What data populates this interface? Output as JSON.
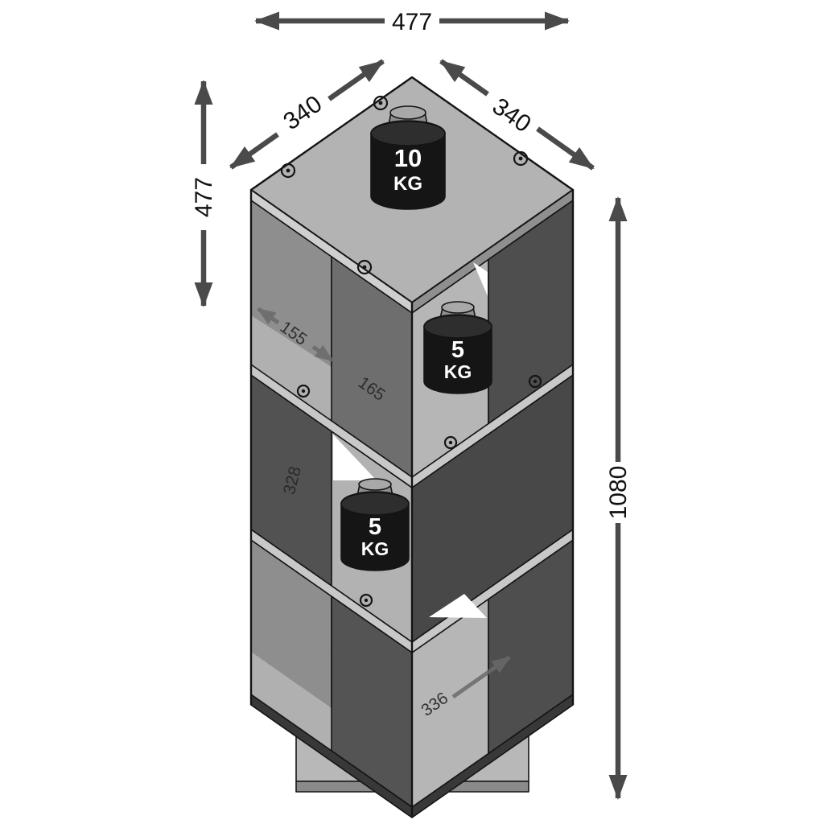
{
  "dimensions": {
    "overall_width": "477",
    "top_depth_left": "340",
    "top_depth_right": "340",
    "upper_section_height": "477",
    "total_height": "1080",
    "inner_clearance": "155",
    "inner_width": "165",
    "inner_height": "328",
    "inner_depth": "336"
  },
  "weights": {
    "top": {
      "value": "10",
      "unit": "KG"
    },
    "middle": {
      "value": "5",
      "unit": "KG"
    },
    "bottom": {
      "value": "5",
      "unit": "KG"
    }
  },
  "colors": {
    "background": "#ffffff",
    "outline": "#141414",
    "dimension_arrow": "#4a4a4a",
    "top_face": "#b3b3b3",
    "shelf_edge": "#c8c8c8",
    "light_interior": "#b6b6b6",
    "medium_panel": "#8e8e8e",
    "dark_panel": "#4e4e4e",
    "bottom_edge": "#383838",
    "weight_body": "#151515",
    "weight_knob": "#9a9a9a",
    "weight_text": "#ffffff"
  }
}
